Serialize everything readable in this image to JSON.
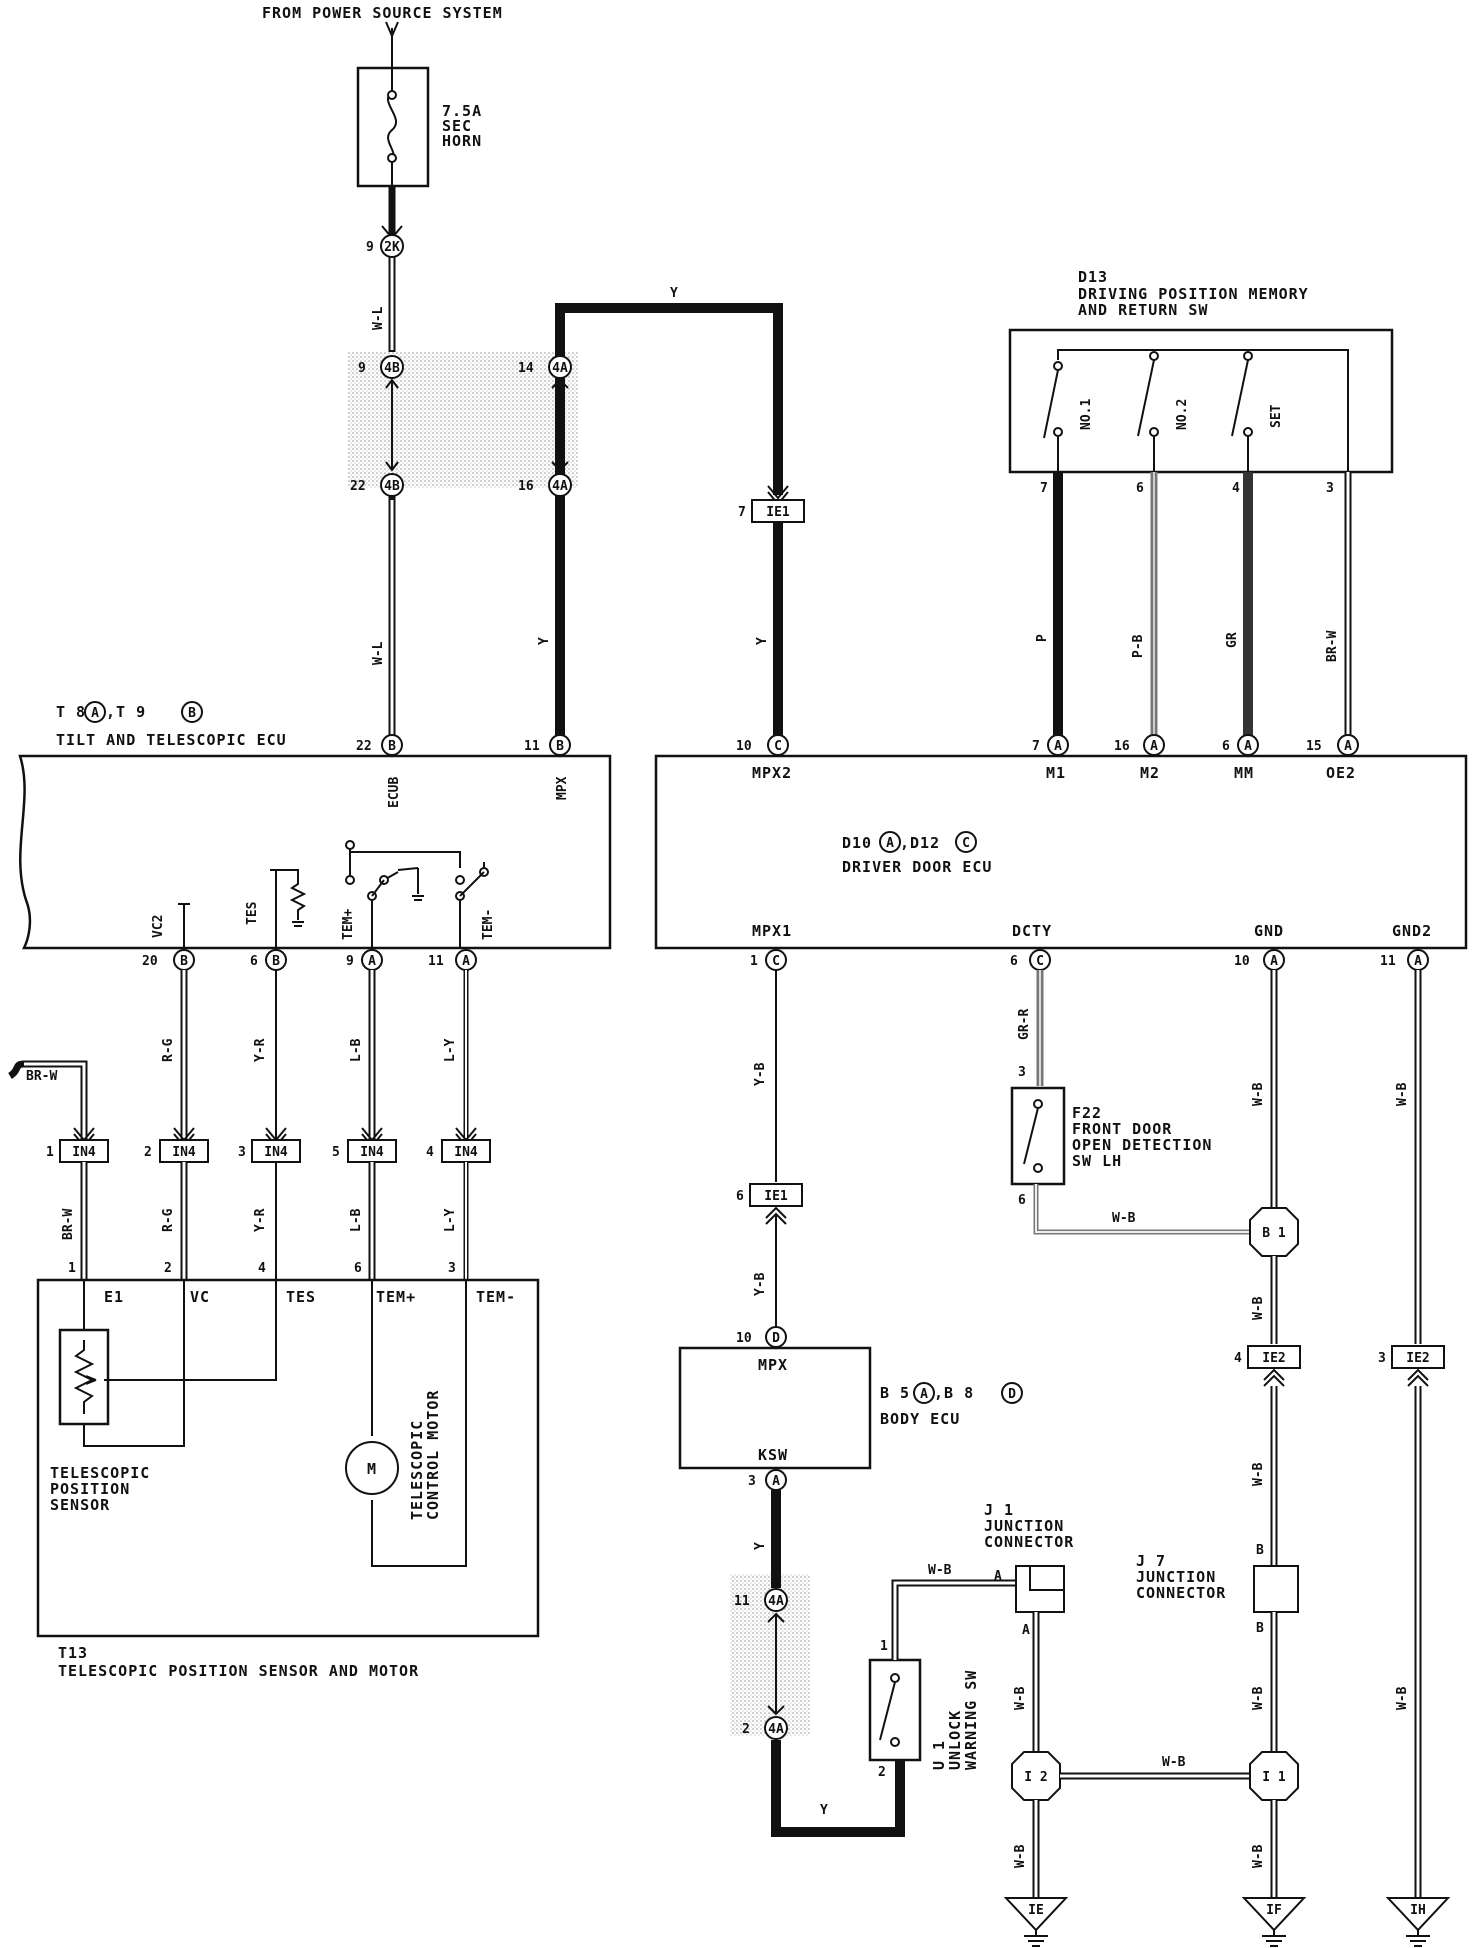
{
  "labels": {
    "power_source": "FROM POWER SOURCE SYSTEM",
    "fuse_rating": "7.5A",
    "fuse_name1": "SEC",
    "fuse_name2": "HORN",
    "d13_id": "D13",
    "d13_name1": "DRIVING POSITION MEMORY",
    "d13_name2": "AND RETURN SW",
    "sw_no1": "NO.1",
    "sw_no2": "NO.2",
    "sw_set": "SET",
    "tilt_id": "T 8",
    "tilt_id2": ",T 9",
    "tilt_name": "TILT AND TELESCOPIC ECU",
    "door_ecu_id": "D10",
    "door_ecu_id2": ",D12",
    "door_ecu_name": "DRIVER DOOR ECU",
    "f22_id": "F22",
    "f22_name1": "FRONT DOOR",
    "f22_name2": "OPEN DETECTION",
    "f22_name3": "SW LH",
    "body_ecu_id": "B 5",
    "body_ecu_id2": ",B 8",
    "body_ecu_name": "BODY ECU",
    "j1_id": "J 1",
    "j1_name1": "JUNCTION",
    "j1_name2": "CONNECTOR",
    "j7_id": "J 7",
    "j7_name1": "JUNCTION",
    "j7_name2": "CONNECTOR",
    "u1_id": "U 1",
    "u1_name1": "UNLOCK",
    "u1_name2": "WARNING SW",
    "t13_id": "T13",
    "t13_name": "TELESCOPIC POSITION SENSOR AND MOTOR",
    "sensor_name1": "TELESCOPIC",
    "sensor_name2": "POSITION",
    "sensor_name3": "SENSOR",
    "motor_name1": "TELESCOPIC",
    "motor_name2": "CONTROL MOTOR",
    "motor_m": "M"
  },
  "terminals": {
    "ecub": "ECUB",
    "mpx": "MPX",
    "vc2": "VC2",
    "tes": "TES",
    "tem_p": "TEM+",
    "tem_m": "TEM-",
    "mpx2": "MPX2",
    "m1": "M1",
    "m2": "M2",
    "mm": "MM",
    "oe2": "OE2",
    "mpx1": "MPX1",
    "dcty": "DCTY",
    "gnd": "GND",
    "gnd2": "GND2",
    "body_mpx": "MPX",
    "ksw": "KSW",
    "e1": "E1",
    "vc": "VC",
    "tes2": "TES",
    "tem_p2": "TEM+",
    "tem_m2": "TEM-"
  },
  "wires": {
    "wl": "W-L",
    "y": "Y",
    "p": "P",
    "pb": "P-B",
    "gr": "GR",
    "brw": "BR-W",
    "rg": "R-G",
    "yr": "Y-R",
    "lb": "L-B",
    "ly": "L-Y",
    "yb": "Y-B",
    "grr": "GR-R",
    "wb": "W-B",
    "b": "B",
    "a": "A"
  },
  "connectors": {
    "c2k": "2K",
    "c4b": "4B",
    "c4a": "4A",
    "ie1": "IE1",
    "a": "A",
    "b": "B",
    "c": "C",
    "d": "D",
    "in4": "IN4",
    "ie2": "IE2",
    "b1": "B 1",
    "i2": "I 2",
    "i1": "I 1",
    "ie": "IE",
    "if": "IF",
    "ih": "IH"
  },
  "pins": {
    "p9": "9",
    "p22": "22",
    "p14": "14",
    "p16": "16",
    "p7": "7",
    "p11": "11",
    "p10": "10",
    "p6": "6",
    "p4": "4",
    "p3": "3",
    "p15": "15",
    "p20": "20",
    "p1": "1",
    "p2": "2",
    "p5": "5"
  }
}
